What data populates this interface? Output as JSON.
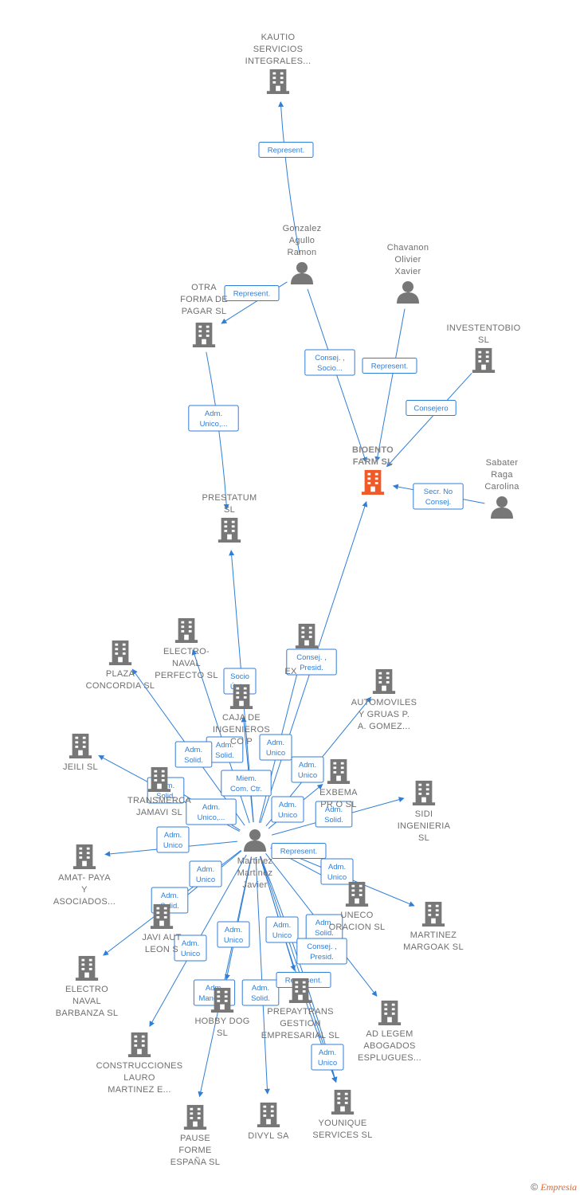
{
  "colors": {
    "edge": "#2f7ed8",
    "node": "#777777",
    "focus": "#f05a28",
    "label": "#6f6f6f"
  },
  "nodes": [
    {
      "id": "kautio",
      "type": "company",
      "label": [
        "KAUTIO",
        "SERVICIOS",
        "INTEGRALES..."
      ]
    },
    {
      "id": "gonzalez",
      "type": "person",
      "label": [
        "Gonzalez",
        "Agullo",
        "Ramon"
      ]
    },
    {
      "id": "chavanon",
      "type": "person",
      "label": [
        "Chavanon",
        "Olivier",
        "Xavier"
      ]
    },
    {
      "id": "otra",
      "type": "company",
      "label": [
        "OTRA",
        "FORMA DE",
        "PAGAR  SL"
      ]
    },
    {
      "id": "investento",
      "type": "company",
      "label": [
        "INVESTENTOBIO",
        "SL"
      ]
    },
    {
      "id": "bioento",
      "type": "focus",
      "label": [
        "BIOENTO",
        "FARM  SL"
      ]
    },
    {
      "id": "sabater",
      "type": "person",
      "label": [
        "Sabater",
        "Raga",
        "Carolina"
      ]
    },
    {
      "id": "prestatum",
      "type": "company",
      "label": [
        "PRESTATUM",
        "SL"
      ]
    },
    {
      "id": "electro_naval_perfecto",
      "type": "company",
      "label": [
        "ELECTRO-",
        "NAVAL",
        "PERFECTO  SL"
      ]
    },
    {
      "id": "plaza",
      "type": "company",
      "label": [
        "PLAZA",
        "CONCORDIA SL"
      ]
    },
    {
      "id": "ex",
      "type": "company",
      "label": [
        "EX"
      ]
    },
    {
      "id": "caja",
      "type": "company",
      "label": [
        "CAJA DE",
        "INGENIEROS",
        "CO P"
      ]
    },
    {
      "id": "automoviles",
      "type": "company",
      "label": [
        "AUTOMOVILES",
        "Y GRUAS P.",
        "A. GOMEZ..."
      ]
    },
    {
      "id": "jeili",
      "type": "company",
      "label": [
        "JEILI  SL"
      ]
    },
    {
      "id": "transmerca",
      "type": "company",
      "label": [
        "TRANSMERCA",
        "JAMAVI  SL"
      ]
    },
    {
      "id": "exbema",
      "type": "company",
      "label": [
        "EXBEMA",
        "PR     O SL"
      ]
    },
    {
      "id": "sidi",
      "type": "company",
      "label": [
        "SIDI",
        "INGENIERIA",
        "SL"
      ]
    },
    {
      "id": "martinez",
      "type": "person",
      "label": [
        "Martinez",
        "Martinez",
        "Javier"
      ]
    },
    {
      "id": "amat",
      "type": "company",
      "label": [
        "AMAT- PAYA",
        "Y",
        "ASOCIADOS..."
      ]
    },
    {
      "id": "uneco",
      "type": "company",
      "label": [
        "UNECO",
        "ORACION SL"
      ]
    },
    {
      "id": "margoak",
      "type": "company",
      "label": [
        "MARTINEZ",
        "MARGOAK SL"
      ]
    },
    {
      "id": "javi",
      "type": "company",
      "label": [
        "JAVI AUT",
        "LEON S"
      ]
    },
    {
      "id": "electro_barbanza",
      "type": "company",
      "label": [
        "ELECTRO",
        "NAVAL",
        "BARBANZA SL"
      ]
    },
    {
      "id": "hobby",
      "type": "company",
      "label": [
        "HOBBY DOG",
        "SL"
      ]
    },
    {
      "id": "prepaytrans",
      "type": "company",
      "label": [
        "PREPAYTRANS",
        "GESTION",
        "EMPRESARIAL SL"
      ]
    },
    {
      "id": "adlegem",
      "type": "company",
      "label": [
        "AD LEGEM",
        "ABOGADOS",
        "ESPLUGUES..."
      ]
    },
    {
      "id": "construcciones",
      "type": "company",
      "label": [
        "CONSTRUCCIONES",
        "LAURO",
        "MARTINEZ E..."
      ]
    },
    {
      "id": "pause",
      "type": "company",
      "label": [
        "PAUSE",
        "FORME",
        "ESPAÑA SL"
      ]
    },
    {
      "id": "divyl",
      "type": "company",
      "label": [
        "DIVYL SA"
      ]
    },
    {
      "id": "younique",
      "type": "company",
      "label": [
        "YOUNIQUE",
        "SERVICES SL"
      ]
    }
  ],
  "edge_labels": [
    [
      "Represent."
    ],
    [
      "Represent."
    ],
    [
      "Adm.",
      "Unico,..."
    ],
    [
      "Consej. ,",
      "Socio..."
    ],
    [
      "Represent."
    ],
    [
      "Consejero"
    ],
    [
      "Secr.  No",
      "Consej."
    ],
    [
      "Consej. ,",
      "Presid."
    ],
    [
      "Socio",
      "Único"
    ],
    [
      "Adm.",
      "Solid."
    ],
    [
      "Adm.",
      "Solid."
    ],
    [
      "Adm.",
      "Unico"
    ],
    [
      "Adm.",
      "Unico"
    ],
    [
      "Adm.",
      "Solid."
    ],
    [
      "Miem.",
      "Com. Ctr."
    ],
    [
      "Adm.",
      "Unico,..."
    ],
    [
      "Adm.",
      "Unico"
    ],
    [
      "Adm.",
      "Solid."
    ],
    [
      "Adm.",
      "Unico"
    ],
    [
      "Represent."
    ],
    [
      "Adm.",
      "Unico"
    ],
    [
      "Adm.",
      "Unico"
    ],
    [
      "Adm.",
      "Solid."
    ],
    [
      "Adm.",
      "Unico"
    ],
    [
      "Adm.",
      "Unico"
    ],
    [
      "Adm.",
      "Unico"
    ],
    [
      "Adm.",
      "Solid."
    ],
    [
      "Consej. ,",
      "Presid."
    ],
    [
      "Adm.",
      "Mancom."
    ],
    [
      "Adm.",
      "Solid."
    ],
    [
      "Represent."
    ],
    [
      "Adm.",
      "Unico"
    ]
  ],
  "footer": {
    "copyright": "©",
    "brand": "Empresia"
  }
}
